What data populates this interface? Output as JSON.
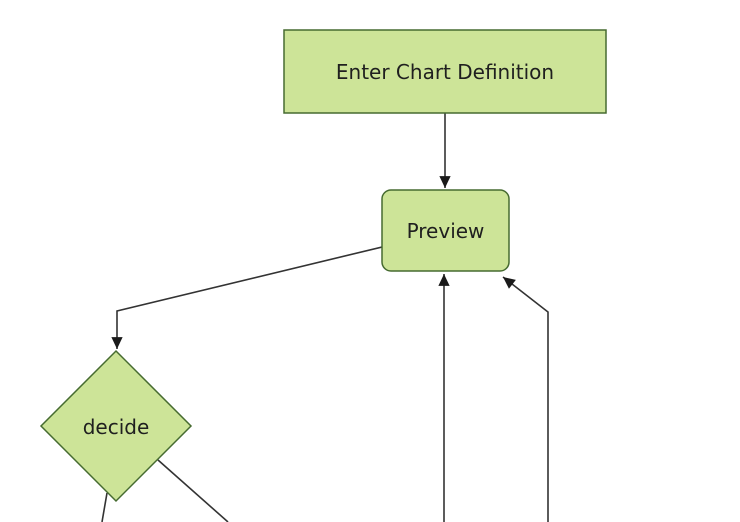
{
  "diagram": {
    "type": "flowchart",
    "orientation": "top-down",
    "background": "#ffffff",
    "colors": {
      "node_fill": "#cde498",
      "node_border": "#466b30",
      "edge_line": "#333333",
      "arrowhead": "#1a1a1a",
      "label_text": "#1f1f1f"
    },
    "nodes": [
      {
        "id": "enter-chart-definition",
        "shape": "rectangle",
        "label": "Enter Chart Definition"
      },
      {
        "id": "preview",
        "shape": "rounded-rectangle",
        "label": "Preview"
      },
      {
        "id": "decide",
        "shape": "diamond",
        "label": "decide"
      }
    ],
    "edges": [
      {
        "from": "enter-chart-definition",
        "to": "preview",
        "arrow": true
      },
      {
        "from": "preview",
        "to": "decide",
        "arrow": true
      },
      {
        "from": "offscreen-bottom-center",
        "to": "preview",
        "arrow": true
      },
      {
        "from": "offscreen-bottom-right",
        "to": "preview",
        "arrow": true
      },
      {
        "from": "decide",
        "to": "offscreen-bottom-left",
        "arrow": false
      },
      {
        "from": "decide",
        "to": "offscreen-bottom-center-left",
        "arrow": false
      }
    ]
  }
}
